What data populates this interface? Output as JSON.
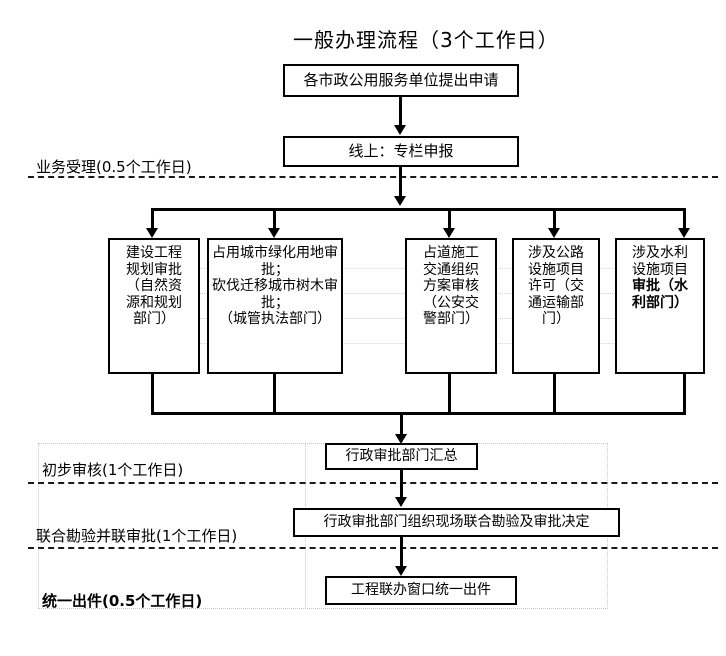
{
  "diagram": {
    "title": "一般办理流程（3个工作日）",
    "phases": [
      {
        "id": "acceptance",
        "label": "业务受理(0.5个工作日)",
        "bold": false
      },
      {
        "id": "preliminary-review",
        "label": "初步审核(1个工作日)",
        "bold": false
      },
      {
        "id": "joint-survey",
        "label": "联合勘验并联审批(1个工作日)",
        "bold": false
      },
      {
        "id": "unified-issuance",
        "label": "统一出件(0.5个工作日)",
        "bold": true
      }
    ],
    "nodes": {
      "apply": "各市政公用服务单位提出申请",
      "online": "线上：专栏申报",
      "summary": "行政审批部门汇总",
      "joint_decision": "行政审批部门组织现场联合勘验及审批决定",
      "issue": "工程联办窗口统一出件"
    },
    "parallel_approvals": [
      {
        "id": "planning",
        "lines": [
          "建设工程",
          "规划审批",
          "（自然资",
          "源和规划",
          "部门）"
        ],
        "bold_from": null
      },
      {
        "id": "greenery",
        "lines": [
          "占用城市绿化用地审批；",
          "砍伐迁移城市树木审批；",
          "（城管执法部门）"
        ],
        "bold_from": null
      },
      {
        "id": "road-traffic",
        "lines": [
          "占道施工",
          "交通组织",
          "方案审核",
          "（公安交",
          "警部门）"
        ],
        "bold_from": null
      },
      {
        "id": "highway",
        "lines": [
          "涉及公路",
          "设施项目",
          "许可（交",
          "通运输部",
          "门）"
        ],
        "bold_from": null
      },
      {
        "id": "water",
        "lines": [
          "涉及水利",
          "设施项目",
          "审批（水",
          "利部门）"
        ],
        "bold_from": 2
      }
    ]
  },
  "colors": {
    "stroke": "#000000",
    "background": "#ffffff",
    "guide": "#c9c9c9"
  }
}
